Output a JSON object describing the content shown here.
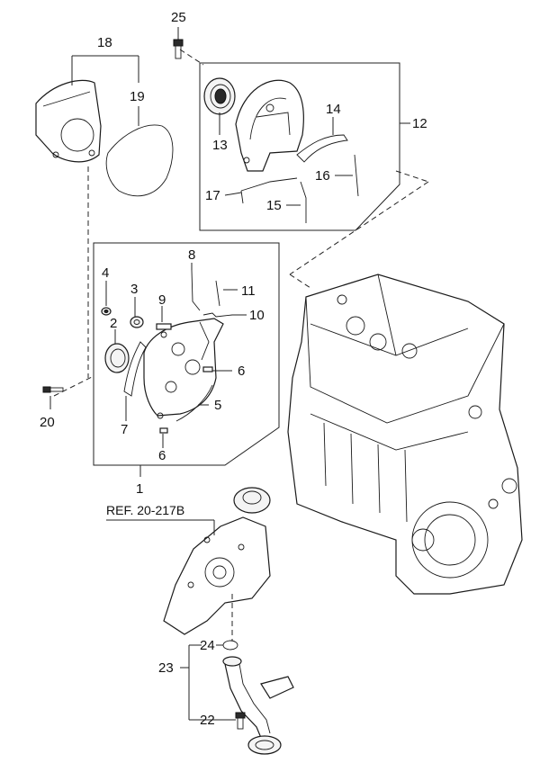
{
  "reference": "REF. 20-217B",
  "labels": {
    "p1": "1",
    "p2": "2",
    "p3": "3",
    "p4": "4",
    "p5": "5",
    "p6a": "6",
    "p6b": "6",
    "p7": "7",
    "p8": "8",
    "p9": "9",
    "p10": "10",
    "p11": "11",
    "p12": "12",
    "p13": "13",
    "p14": "14",
    "p15": "15",
    "p16": "16",
    "p17": "17",
    "p18": "18",
    "p19": "19",
    "p20": "20",
    "p22": "22",
    "p23": "23",
    "p24": "24",
    "p25": "25"
  }
}
